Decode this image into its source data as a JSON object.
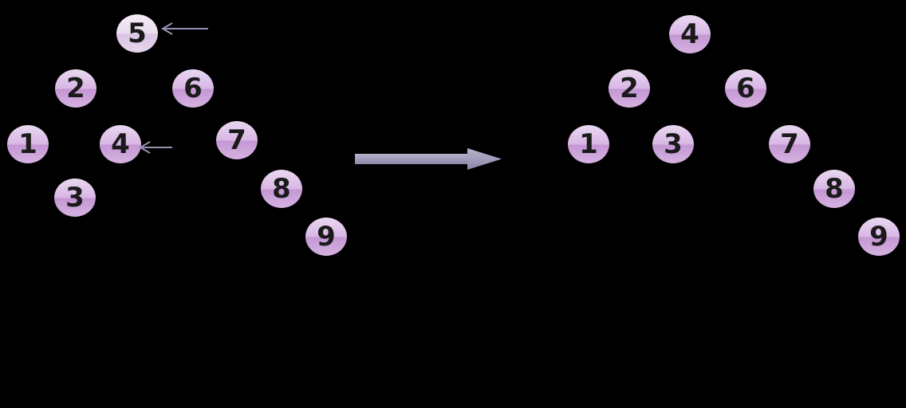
{
  "colors": {
    "background": "#000000",
    "node_fill_top": "#e7d3ef",
    "node_fill_bottom": "#c69ad6",
    "highlight_fill_top": "#f2e9f6",
    "highlight_fill_bottom": "#dcc6e6",
    "label": "#1a1a1a",
    "pointer_arrow": "#9a8fb3",
    "transform_arrow": "#9b96b4"
  },
  "before_tree": {
    "nodes": [
      {
        "id": "b5",
        "label": "5",
        "highlight": true
      },
      {
        "id": "b2",
        "label": "2"
      },
      {
        "id": "b6",
        "label": "6"
      },
      {
        "id": "b1",
        "label": "1"
      },
      {
        "id": "b4",
        "label": "4"
      },
      {
        "id": "b3",
        "label": "3"
      },
      {
        "id": "b7",
        "label": "7"
      },
      {
        "id": "b8",
        "label": "8"
      },
      {
        "id": "b9",
        "label": "9"
      }
    ]
  },
  "after_tree": {
    "nodes": [
      {
        "id": "a4",
        "label": "4"
      },
      {
        "id": "a2",
        "label": "2"
      },
      {
        "id": "a6",
        "label": "6"
      },
      {
        "id": "a1",
        "label": "1"
      },
      {
        "id": "a3",
        "label": "3"
      },
      {
        "id": "a7",
        "label": "7"
      },
      {
        "id": "a8",
        "label": "8"
      },
      {
        "id": "a9",
        "label": "9"
      }
    ]
  },
  "icons": {
    "pointer": "arrow-left-icon",
    "transform": "arrow-right-icon"
  }
}
